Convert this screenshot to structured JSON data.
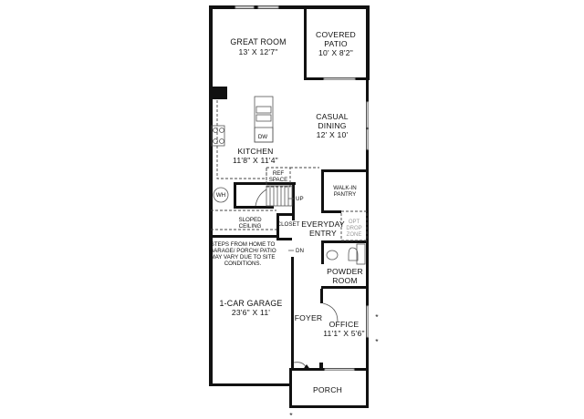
{
  "rooms": {
    "great_room": {
      "name": "GREAT ROOM",
      "dims": "13' X 12'7\""
    },
    "covered_patio": {
      "name": "COVERED",
      "name2": "PATIO",
      "dims": "10' X 8'2\""
    },
    "casual_dining": {
      "name": "CASUAL",
      "name2": "DINING",
      "dims": "12' X 10'"
    },
    "kitchen": {
      "name": "KITCHEN",
      "dims": "11'8\" X 11'4\""
    },
    "walk_in_pantry": {
      "name": "WALK-IN",
      "name2": "PANTRY"
    },
    "everyday_entry": {
      "name": "EVERYDAY",
      "name2": "ENTRY"
    },
    "drop_zone": {
      "line1": "OPT",
      "line2": "DROP",
      "line3": "ZONE"
    },
    "closet": {
      "name": "CLOSET"
    },
    "sloped_ceiling": {
      "line1": "SLOPED",
      "line2": "CEILING"
    },
    "powder_room": {
      "name": "POWDER",
      "name2": "ROOM"
    },
    "garage": {
      "name": "1-CAR GARAGE",
      "dims": "23'6\" X 11'"
    },
    "foyer": {
      "name": "FOYER"
    },
    "office": {
      "name": "OFFICE",
      "dims": "11'1\" X 5'6\""
    },
    "porch": {
      "name": "PORCH"
    }
  },
  "fixtures": {
    "dishwasher": "DW",
    "ref_space_1": "REF",
    "ref_space_2": "SPACE",
    "water_heater": "WH",
    "stairs_up": "UP",
    "stairs_down": "DN"
  },
  "notes": {
    "steps_note": [
      "STEPS FROM HOME TO",
      "GARAGE/ PORCH/ PATIO",
      "MAY VARY DUE TO SITE",
      "CONDITIONS."
    ]
  },
  "markers": {
    "asterisk": "*"
  }
}
